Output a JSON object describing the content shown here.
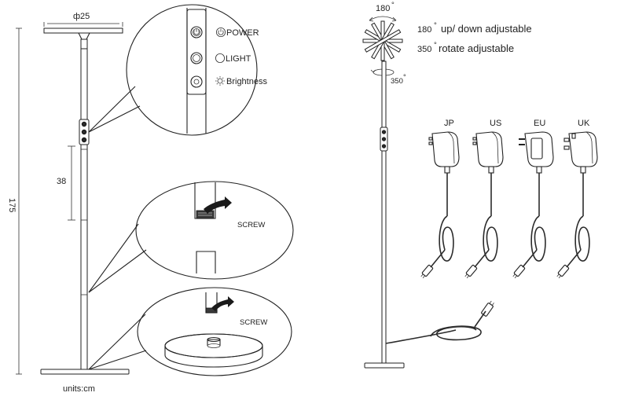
{
  "dimensions": {
    "head_diameter": "ф25",
    "height": "175",
    "switch_height": "38",
    "units": "units:cm"
  },
  "controls": {
    "power": "POWER",
    "light": "LIGHT",
    "brightness": "Brightness"
  },
  "assembly": {
    "screw_upper": "SCREW",
    "screw_lower": "SCREW"
  },
  "adjustment": {
    "tilt_angle": "180",
    "rotate_angle": "350",
    "tilt_desc_value": "180",
    "tilt_desc": "up/ down adjustable",
    "rotate_desc_value": "350",
    "rotate_desc": "rotate adjustable",
    "degree_symbol": "°"
  },
  "adapters": [
    {
      "label": "JP"
    },
    {
      "label": "US"
    },
    {
      "label": "EU"
    },
    {
      "label": "UK"
    }
  ]
}
